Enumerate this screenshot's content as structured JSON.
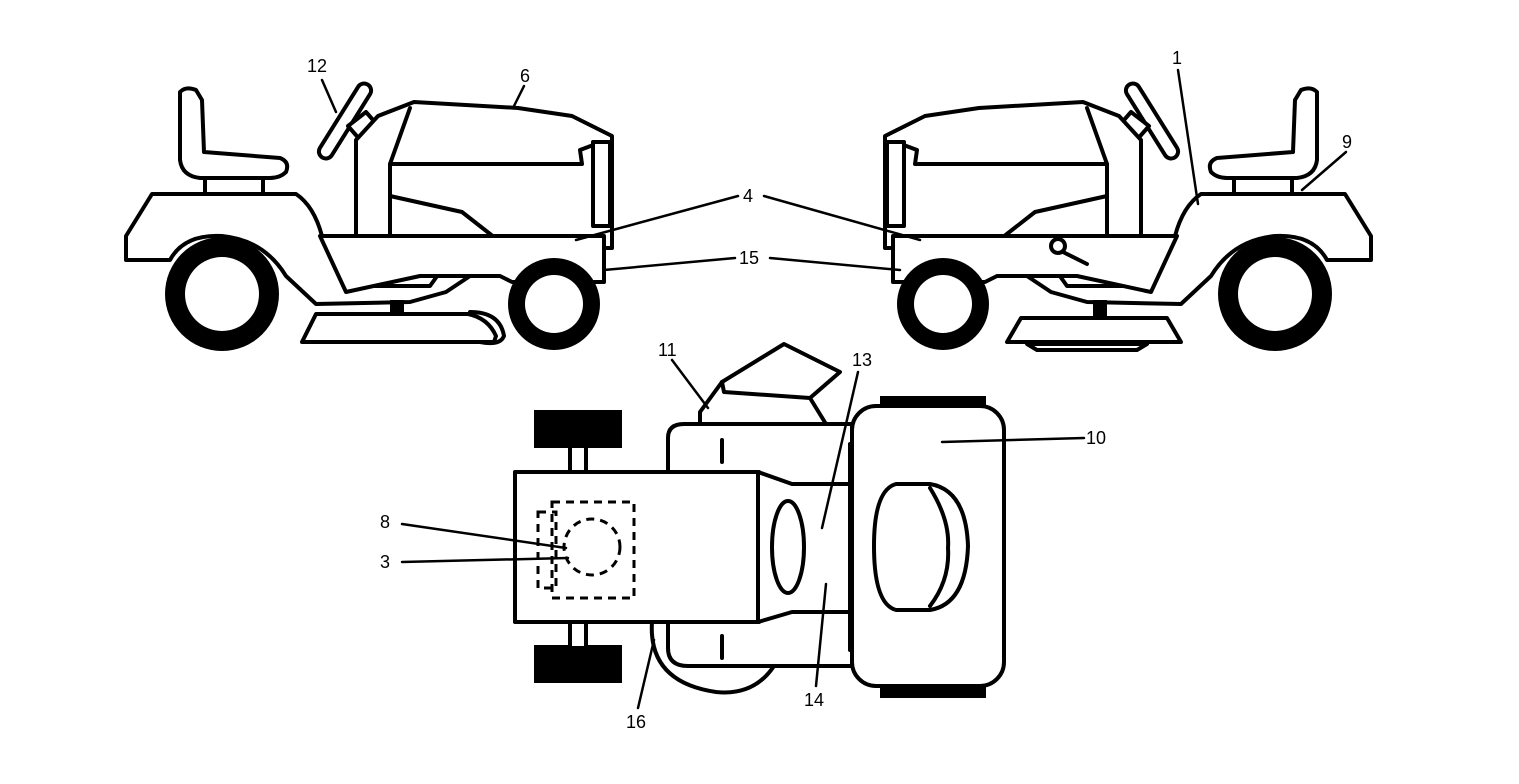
{
  "callouts": {
    "c1": "1",
    "c3": "3",
    "c4": "4",
    "c6": "6",
    "c8": "8",
    "c9": "9",
    "c10": "10",
    "c11": "11",
    "c12": "12",
    "c13": "13",
    "c14": "14",
    "c15": "15",
    "c16": "16"
  },
  "colors": {
    "line": "#000000",
    "background": "#ffffff"
  }
}
